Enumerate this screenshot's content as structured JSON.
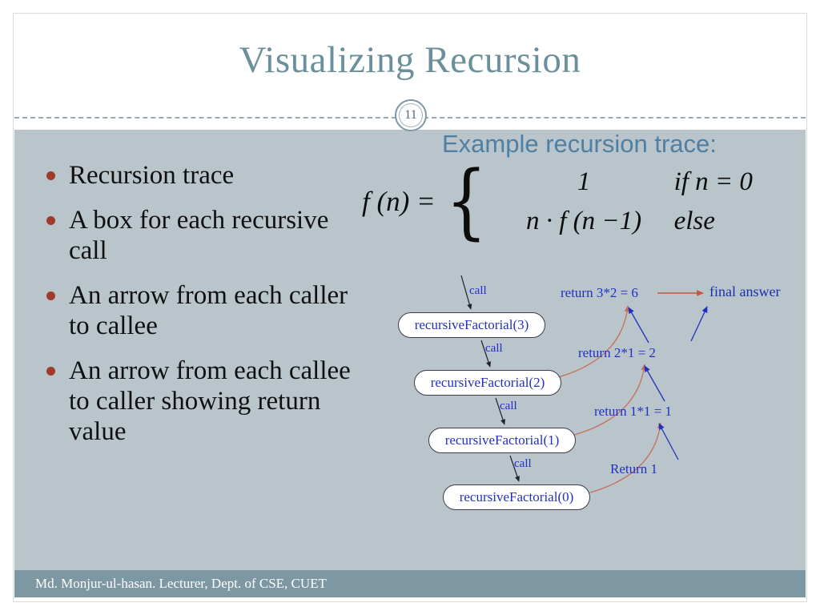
{
  "slide": {
    "title": "Visualizing Recursion",
    "page_number": "11",
    "footer_text": "Md. Monjur-ul-hasan. Lecturer, Dept. of CSE, CUET"
  },
  "bullets": [
    "Recursion trace",
    "A box for each recursive call",
    "An arrow from each caller to callee",
    "An arrow from each callee to caller showing return value"
  ],
  "example": {
    "heading": "Example recursion trace:",
    "formula": {
      "lhs": "f (n) =",
      "brace": "{",
      "cases": [
        {
          "value": "1",
          "condition": "if n = 0"
        },
        {
          "value": "n · f (n −1)",
          "condition": "else"
        }
      ]
    }
  },
  "diagram": {
    "call_label": "call",
    "boxes": [
      "recursiveFactorial(3)",
      "recursiveFactorial(2)",
      "recursiveFactorial(1)",
      "recursiveFactorial(0)"
    ],
    "returns": [
      "return 3*2 = 6",
      "return 2*1 = 2",
      "return 1*1 = 1",
      "Return 1"
    ],
    "final_answer": "final answer"
  },
  "colors": {
    "title": "#6b909b",
    "content_background": "#b9c5cb",
    "bullet_marker": "#a03b2a",
    "example_heading": "#4e7fa4",
    "diagram_text_blue": "#2130c4",
    "call_arrow": "#20202e",
    "return_curve": "#c4705a",
    "final_answer_arrow": "#c05a3f",
    "footer_bar": "#7d98a3"
  }
}
